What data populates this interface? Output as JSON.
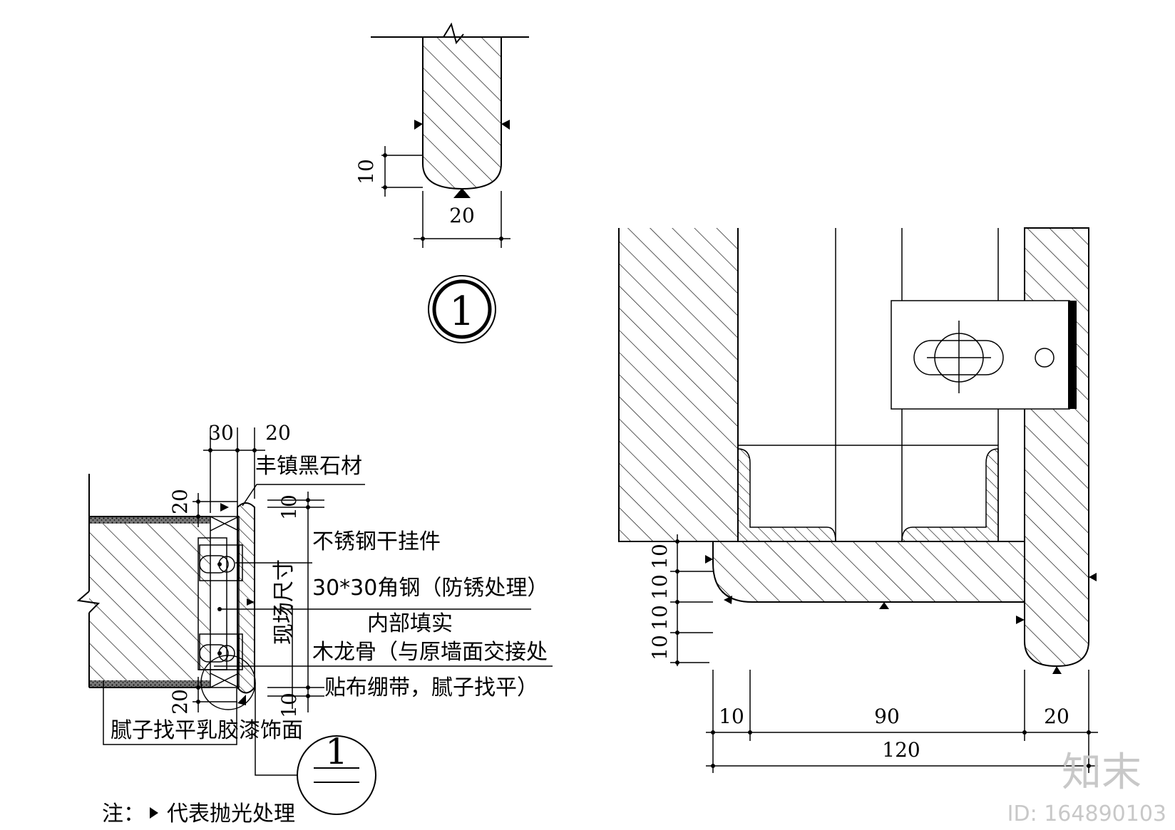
{
  "detail_top": {
    "dim_height": "10",
    "dim_width": "20",
    "marker": "1"
  },
  "detail_left": {
    "dim_top_1": "30",
    "dim_top_2": "20",
    "dim_left_top": "20",
    "dim_left_bottom": "20",
    "dim_right_top": "10",
    "dim_right_bottom": "10",
    "label_stone": "丰镇黑石材",
    "label_hanger": "不锈钢干挂件",
    "label_angle": "30*30角钢（防锈处理）",
    "label_fill": "内部填实",
    "label_keel": "木龙骨（与原墙面交接处",
    "label_tape": "贴布绷带，腻子找平）",
    "label_paint": "腻子找平乳胶漆饰面",
    "label_site": "现场尺寸",
    "marker": "1"
  },
  "note": {
    "prefix": "注：",
    "text": "代表抛光处理"
  },
  "detail_right": {
    "dim_v": [
      "10",
      "10",
      "10",
      "10"
    ],
    "dim_h_1": "10",
    "dim_h_2": "90",
    "dim_h_3": "20",
    "dim_total": "120"
  },
  "watermark": {
    "logo": "知末",
    "id": "ID: 164890103"
  }
}
